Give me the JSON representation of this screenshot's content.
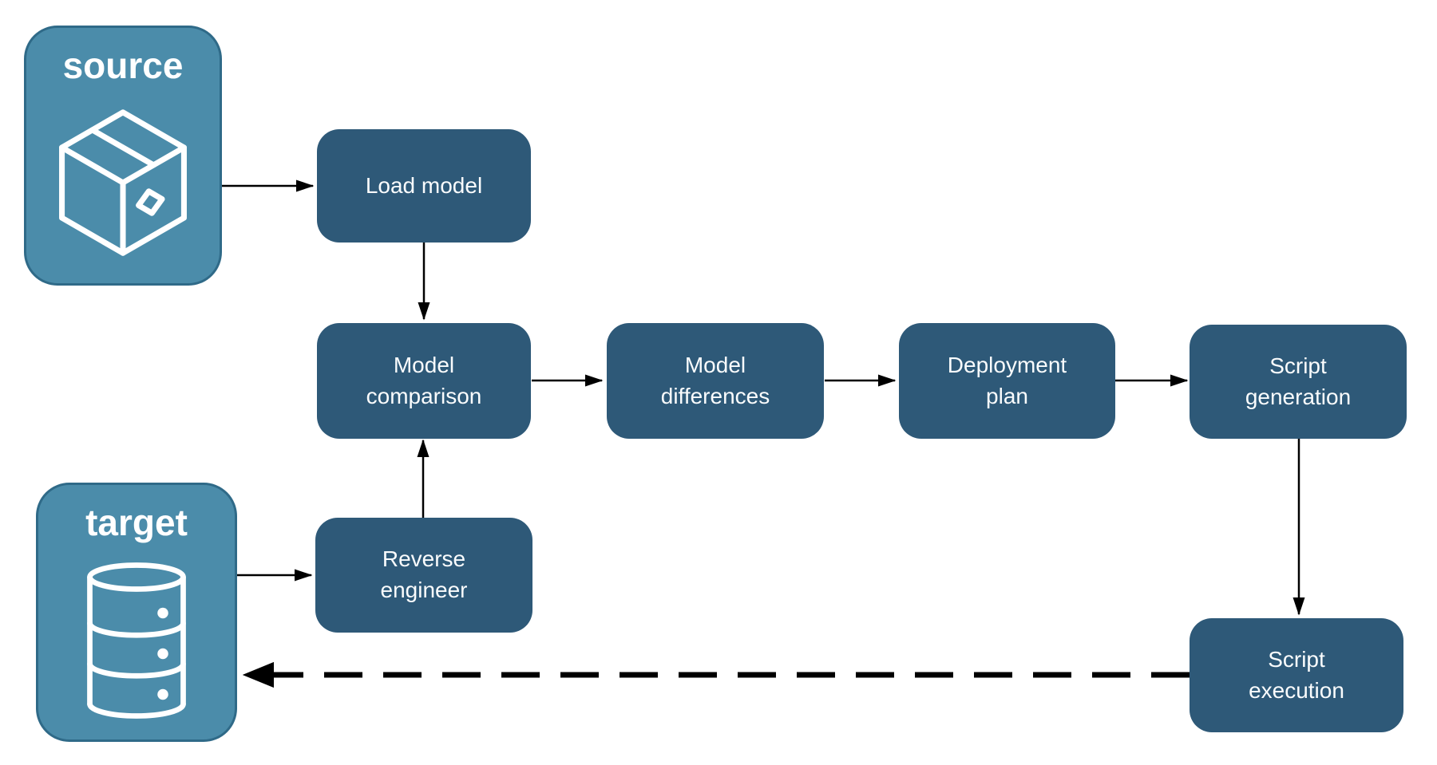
{
  "diagram": {
    "colors": {
      "canvas_bg": "#FFFFFF",
      "node_fill": "#2E5978",
      "node_text": "#FAFCFD",
      "endpoint_fill": "#4B8CAA",
      "endpoint_border": "#2F6A88",
      "label_text": "#FFFFFF",
      "icon_stroke": "#FFFFFF",
      "arrow": "#000000"
    },
    "endpoints": {
      "source": {
        "label": "source",
        "icon": "package-icon"
      },
      "target": {
        "label": "target",
        "icon": "database-icon"
      }
    },
    "nodes": {
      "load_model": {
        "label": "Load model"
      },
      "model_comparison": {
        "label": "Model\ncomparison"
      },
      "model_differences": {
        "label": "Model\ndifferences"
      },
      "deployment_plan": {
        "label": "Deployment\nplan"
      },
      "script_generation": {
        "label": "Script\ngeneration"
      },
      "reverse_engineer": {
        "label": "Reverse\nengineer"
      },
      "script_execution": {
        "label": "Script\nexecution"
      }
    },
    "edges": [
      {
        "from": "source",
        "to": "load_model",
        "style": "solid"
      },
      {
        "from": "load_model",
        "to": "model_comparison",
        "style": "solid"
      },
      {
        "from": "model_comparison",
        "to": "model_differences",
        "style": "solid"
      },
      {
        "from": "model_differences",
        "to": "deployment_plan",
        "style": "solid"
      },
      {
        "from": "deployment_plan",
        "to": "script_generation",
        "style": "solid"
      },
      {
        "from": "script_generation",
        "to": "script_execution",
        "style": "solid"
      },
      {
        "from": "target",
        "to": "reverse_engineer",
        "style": "solid"
      },
      {
        "from": "reverse_engineer",
        "to": "model_comparison",
        "style": "solid"
      },
      {
        "from": "script_execution",
        "to": "target",
        "style": "dashed"
      }
    ]
  }
}
